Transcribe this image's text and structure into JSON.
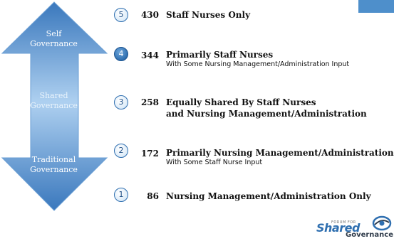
{
  "arrow": {
    "top_label": "Self\nGovernance",
    "middle_label": "Shared\nGovernance",
    "bottom_label": "Traditional\nGovernance",
    "colors": {
      "top": "#3a78bd",
      "middle": "#aed0f0",
      "bottom": "#3a78bd"
    }
  },
  "levels": [
    {
      "badge": "5",
      "score": "430",
      "title": "Staff Nurses Only",
      "subtitle": ""
    },
    {
      "badge": "4",
      "score": "344",
      "title": "Primarily Staff Nurses",
      "subtitle": "With Some Nursing Management/Administration Input"
    },
    {
      "badge": "3",
      "score": "258",
      "title": "Equally Shared By Staff Nurses",
      "subtitle": "and Nursing Management/Administration"
    },
    {
      "badge": "2",
      "score": "172",
      "title": "Primarily Nursing Management/Administration",
      "subtitle": "With Some Staff Nurse Input"
    },
    {
      "badge": "1",
      "score": "86",
      "title": "Nursing Management/Administration Only",
      "subtitle": ""
    }
  ],
  "logo": {
    "top_text": "FORUM FOR",
    "word1": "Shared",
    "word2": "Governance"
  }
}
